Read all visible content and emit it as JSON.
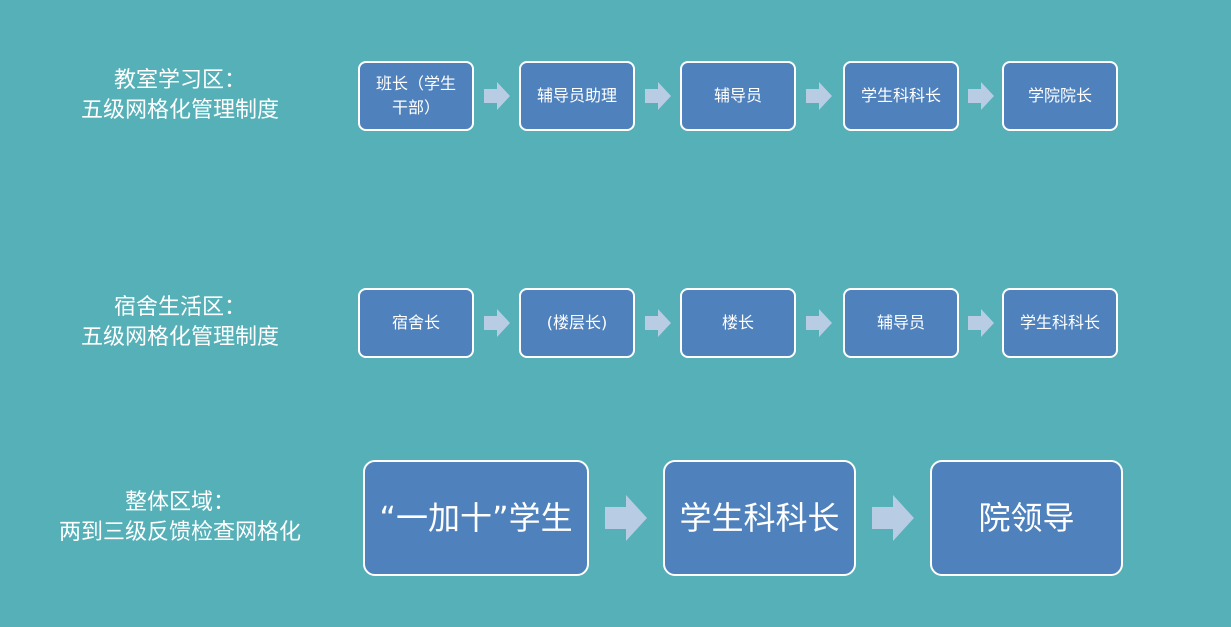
{
  "sections": [
    {
      "label_lines": [
        "教室学习区：",
        "五级网格化管理制度"
      ],
      "steps": [
        "班长（学生干部）",
        "辅导员助理",
        "辅导员",
        "学生科科长",
        "学院院长"
      ]
    },
    {
      "label_lines": [
        "宿舍生活区：",
        "五级网格化管理制度"
      ],
      "steps": [
        "宿舍长",
        "(楼层长)",
        "楼长",
        "辅导员",
        "学生科科长"
      ]
    },
    {
      "label_lines": [
        "整体区域：",
        "两到三级反馈检查网格化"
      ],
      "steps": [
        "“一加十”学生",
        "学生科科长",
        "院领导"
      ]
    }
  ],
  "colors": {
    "background": "#55b0b7",
    "box_fill": "#4f81bd",
    "box_border": "#ffffff",
    "arrow": "#b8cce4"
  }
}
